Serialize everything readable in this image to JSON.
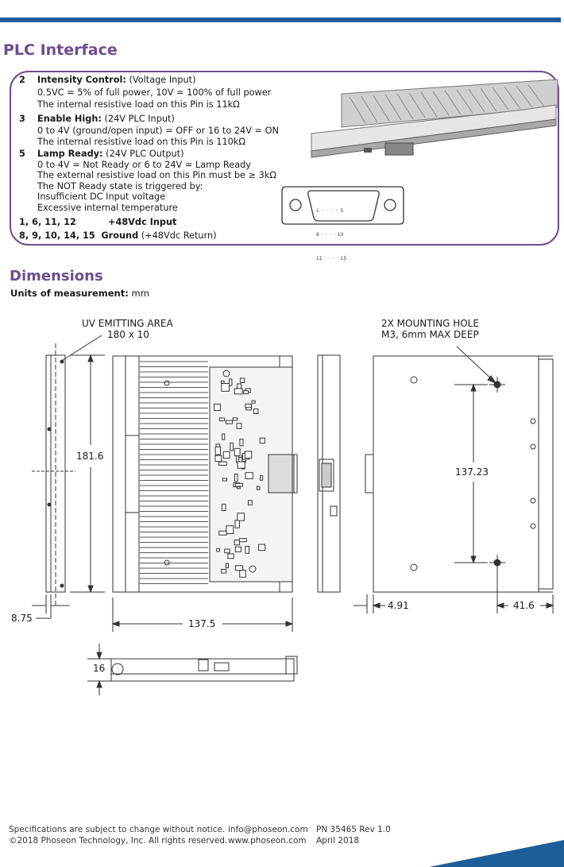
{
  "plc": {
    "heading": "PLC Interface",
    "pins": [
      {
        "num": "2",
        "title": "Intensity Control:",
        "type": " (Voltage Input)",
        "lines": [
          "0.5VC = 5% of full power, 10V = 100% of full power",
          "The internal resistive load on this Pin is 11kΩ"
        ]
      },
      {
        "num": "3",
        "title": "Enable High:",
        "type": " (24V PLC Input)",
        "lines": [
          "0 to 4V (ground/open input) = OFF or 16 to 24V = ON",
          "The internal resistive load on this Pin is 110kΩ"
        ]
      },
      {
        "num": "5",
        "title": "Lamp Ready:",
        "type": " (24V PLC Output)",
        "lines": [
          "0 to 4V = Not Ready or 6 to 24V = Lamp Ready",
          "The external resistive load on this Pin must be ≥ 3kΩ",
          "The NOT Ready state is triggered by:",
          "Insufficient DC Input voltage",
          "Excessive internal temperature"
        ]
      }
    ],
    "power_pins": "1, 6, 11, 12",
    "power_label": "+48Vdc Input",
    "ground_pins": "8, 9, 10, 14, 15",
    "ground_label": "Ground",
    "ground_note": " (+48Vdc Return)",
    "connector_pins": {
      "row1": "1  ·  ·  ·  ·  5",
      "row2": "6 ·  ·  ·  · 10",
      "row3": "11 ·  ·  ·  · 15"
    }
  },
  "dimensions": {
    "heading": "Dimensions",
    "units_label": "Units of measurement:",
    "units_value": " mm",
    "uv_area_label": "UV EMITTING AREA",
    "uv_area_value": "180 x 10",
    "mount_label_1": "2X MOUNTING HOLE",
    "mount_label_2": "M3, 6mm MAX DEEP",
    "height": "181.6",
    "depth_offset": "8.75",
    "width": "137.5",
    "thickness": "16",
    "hole_spacing": "137.23",
    "hole_edge": "4.91",
    "hole_from_right": "41.6"
  },
  "footer": {
    "line1": "Specifications are subject to change without notice.",
    "line2": "©2018 Phoseon Technology, Inc. All rights reserved.",
    "email": "info@phoseon.com",
    "web": "www.phoseon.com",
    "pn": "PN 35465 Rev 1.0",
    "date": "April 2018"
  },
  "colors": {
    "accent": "#6e4d8f",
    "bar": "#1b5e99"
  }
}
